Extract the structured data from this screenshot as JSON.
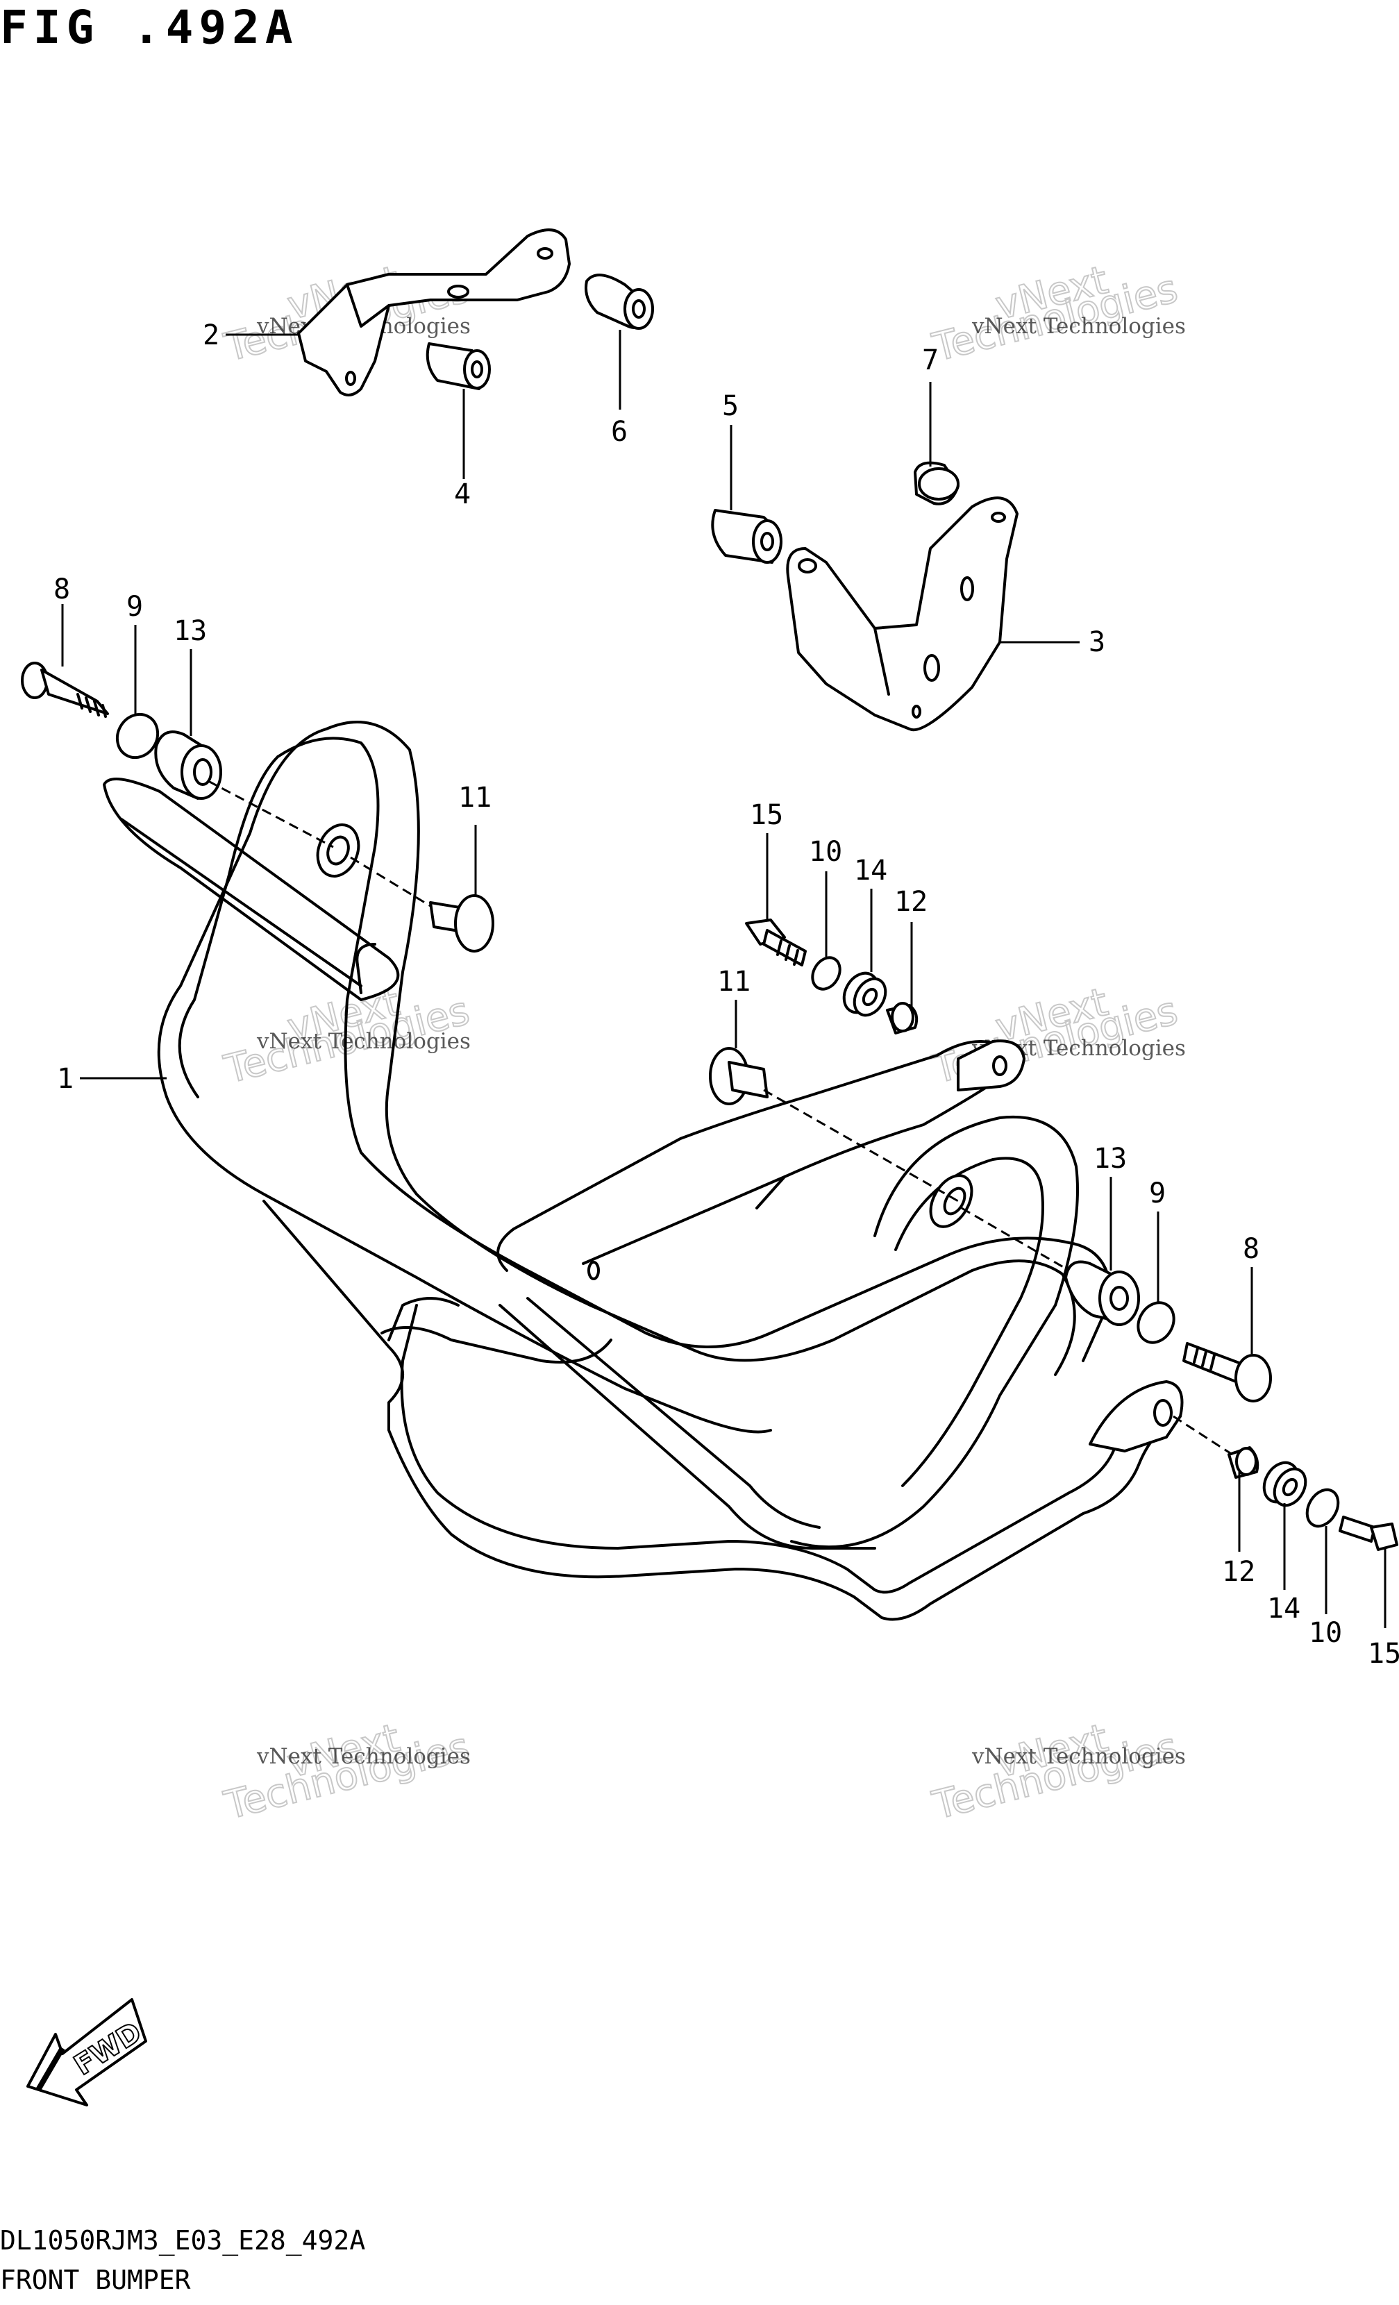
{
  "figure": {
    "title": "FIG .492A",
    "code": "DL1050RJM3_E03_E28_492A",
    "name": "FRONT BUMPER"
  },
  "fwd_label": "FWD",
  "watermark": {
    "line1": "vNext Technologies",
    "line2": "vNext",
    "line3": "Technologies"
  },
  "callouts": {
    "c1": "1",
    "c2": "2",
    "c3": "3",
    "c4": "4",
    "c5": "5",
    "c6": "6",
    "c7": "7",
    "c8a": "8",
    "c8b": "8",
    "c9a": "9",
    "c9b": "9",
    "c10a": "10",
    "c10b": "10",
    "c11a": "11",
    "c11b": "11",
    "c12a": "12",
    "c12b": "12",
    "c13a": "13",
    "c13b": "13",
    "c14a": "14",
    "c14b": "14",
    "c15a": "15",
    "c15b": "15"
  }
}
